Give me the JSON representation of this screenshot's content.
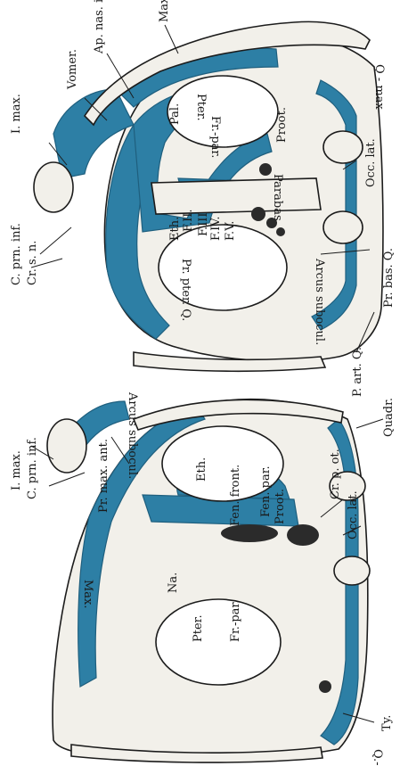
{
  "colors": {
    "cartilage": "#2d7fa5",
    "bone": "#f2f0ea",
    "ink": "#1c1c1c",
    "background": "#ffffff"
  },
  "top_figure": {
    "labels": {
      "i_max": "I. max.",
      "ap_nas_int": "Ap. nas. int.",
      "max": "Max.",
      "vomer": "Vomer.",
      "pter": "Pter.",
      "pal": "Pal.",
      "fr_par": "Fr.-par.",
      "proot": "Proot.",
      "q_max": "Q - max",
      "c_prn_inf": "C. prn. inf.",
      "cr_s_n": "Cr. s. n.",
      "eth": "Eth.",
      "f_ii": "F.II.",
      "f_iii": "F.III",
      "f_iv": "F.IV.",
      "f_v": "F.V.",
      "parabas": "Parabas",
      "occ_lat": "Occ. lat.",
      "pr_pter_q": "Pr. pter. Q.",
      "arcus_subocul": "Arcus subocul.",
      "p_art_q": "P. art. Q.",
      "pr_bas_q": "Pr. bas. Q."
    }
  },
  "bottom_figure": {
    "labels": {
      "i_max": "I. max.",
      "c_prn_inf": "C. prn. inf.",
      "pr_max_ant": "Pr. max. ant.",
      "arcus_subocul": "Arcus subocul.",
      "max": "Max.",
      "na": "Na.",
      "eth": "Eth.",
      "fen_front": "Fen. front.",
      "fen_par": "Fen. par.",
      "proot": "Proot.",
      "pter": "Pter.",
      "fr_par": "Fr.-par.",
      "cr_p_ot": "Cr. p. ot.",
      "occ_lat": "Occ. lat.",
      "quadr": "Quadr.",
      "q_max": "Q.-max.",
      "ty": "Ty."
    }
  }
}
